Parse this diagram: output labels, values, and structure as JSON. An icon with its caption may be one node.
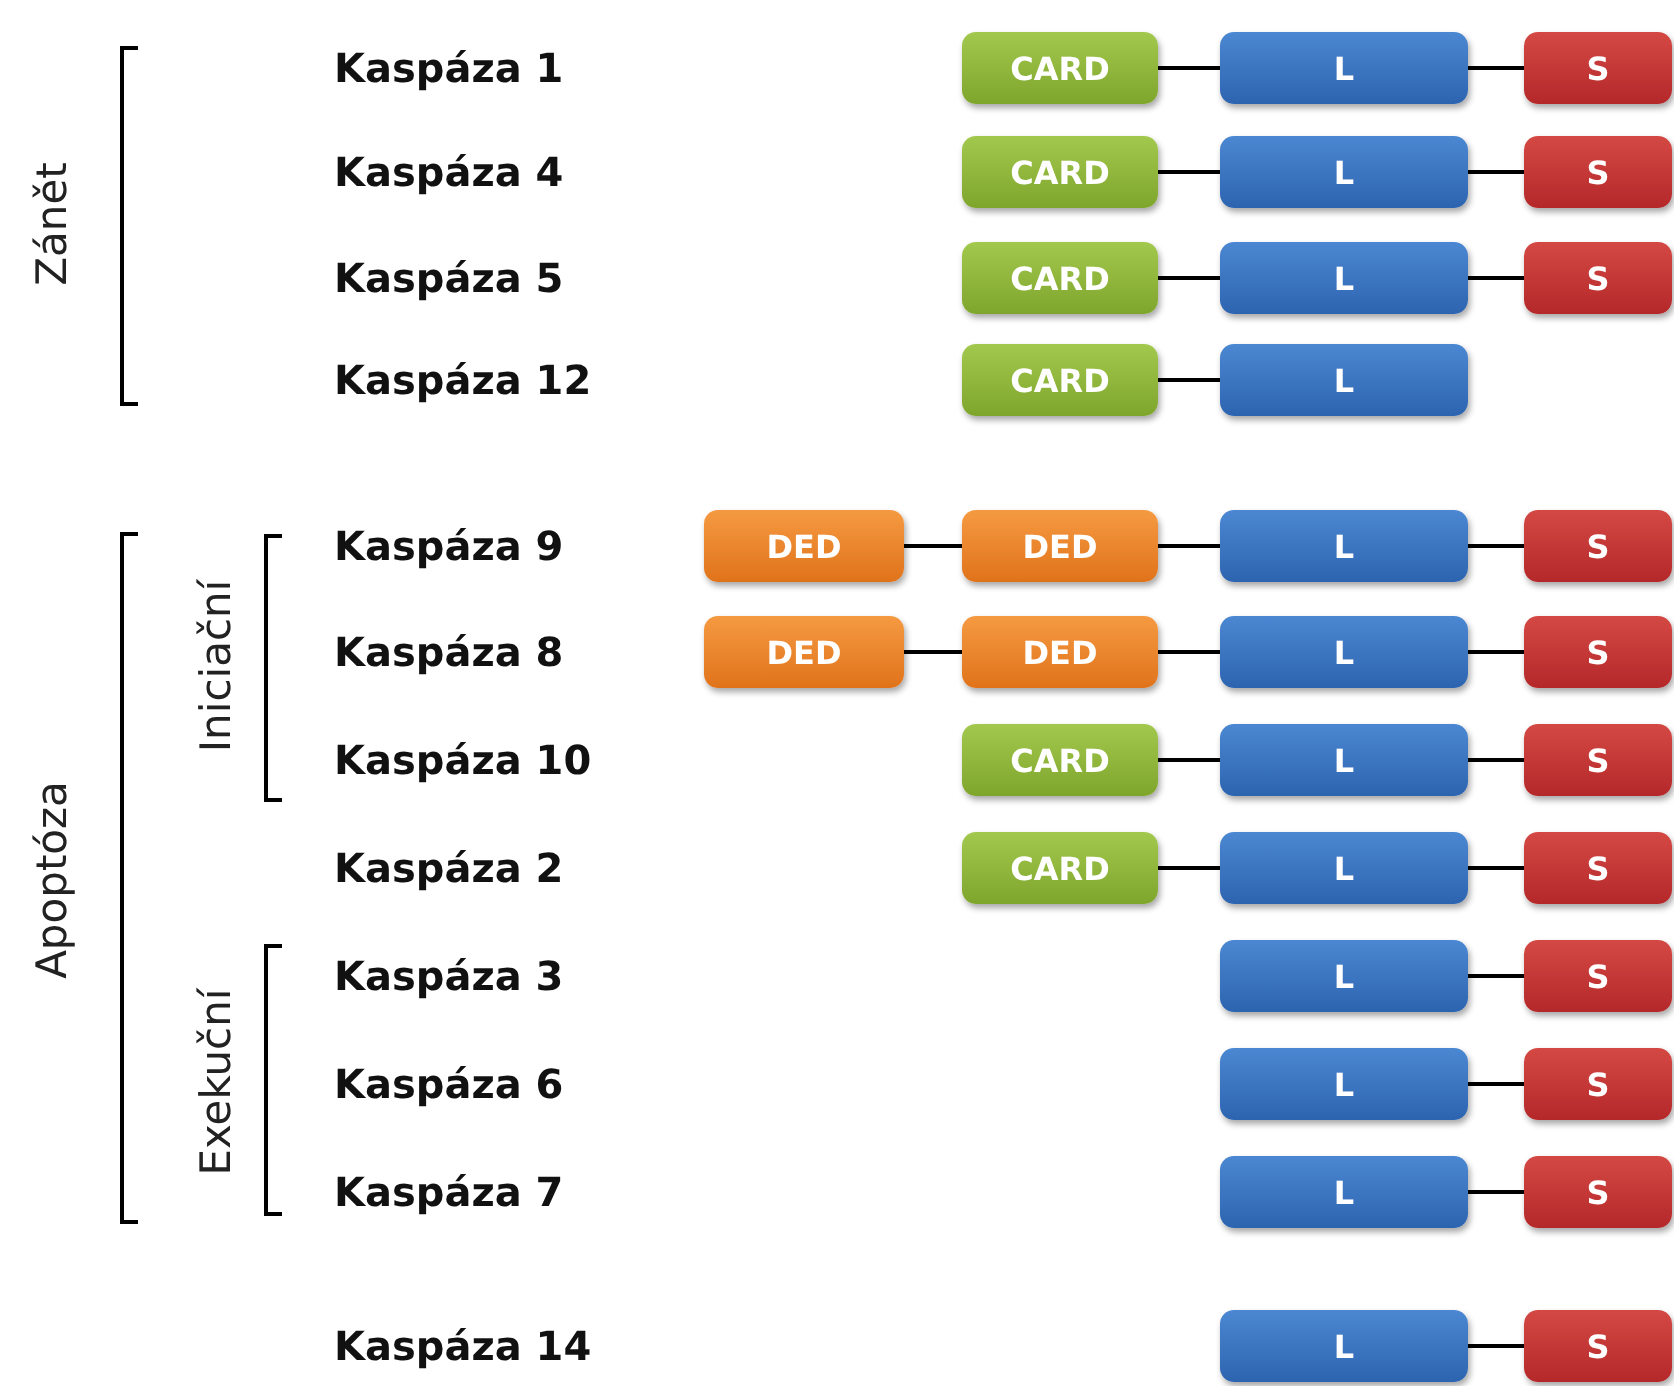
{
  "diagram": {
    "nodes": [
      {
        "text": [
          "CARD"
        ]
      },
      {
        "text": [
          "L"
        ]
      },
      {
        "text": [
          "S"
        ]
      },
      {
        "text": [
          "CARD"
        ]
      },
      {
        "text": [
          "L"
        ]
      },
      {
        "text": [
          "S"
        ]
      },
      {
        "text": [
          "CARD"
        ]
      },
      {
        "text": [
          "L"
        ]
      },
      {
        "text": [
          "S"
        ]
      },
      {
        "text": [
          "CARD"
        ]
      },
      {
        "text": [
          "L"
        ]
      },
      {
        "text": [
          "DED"
        ]
      },
      {
        "text": [
          "DED"
        ]
      },
      {
        "text": [
          "L"
        ]
      },
      {
        "text": [
          "S"
        ]
      },
      {
        "text": [
          "DED"
        ]
      },
      {
        "text": [
          "DED"
        ]
      },
      {
        "text": [
          "L"
        ]
      },
      {
        "text": [
          "S"
        ]
      },
      {
        "text": [
          "CARD"
        ]
      },
      {
        "text": [
          "L"
        ]
      },
      {
        "text": [
          "S"
        ]
      },
      {
        "text": [
          "CARD"
        ]
      },
      {
        "text": [
          "L"
        ]
      },
      {
        "text": [
          "S"
        ]
      },
      {
        "text": [
          "L"
        ]
      },
      {
        "text": [
          "S"
        ]
      },
      {
        "text": [
          "L"
        ]
      },
      {
        "text": [
          "S"
        ]
      },
      {
        "text": [
          "L"
        ]
      },
      {
        "text": [
          "S"
        ]
      },
      {
        "text": [
          "L"
        ]
      },
      {
        "text": [
          "S"
        ]
      }
    ],
    "edges": [
      {
        "from": 0,
        "to": 1,
        "arrow": "none"
      },
      {
        "from": 1,
        "to": 2,
        "arrow": "none"
      },
      {
        "from": 3,
        "to": 4,
        "arrow": "none"
      },
      {
        "from": 4,
        "to": 5,
        "arrow": "none"
      },
      {
        "from": 6,
        "to": 7,
        "arrow": "none"
      },
      {
        "from": 7,
        "to": 8,
        "arrow": "none"
      },
      {
        "from": 9,
        "to": 10,
        "arrow": "none"
      },
      {
        "from": 11,
        "to": 12,
        "arrow": "none"
      },
      {
        "from": 12,
        "to": 13,
        "arrow": "none"
      },
      {
        "from": 13,
        "to": 14,
        "arrow": "none"
      },
      {
        "from": 15,
        "to": 16,
        "arrow": "none"
      },
      {
        "from": 16,
        "to": 17,
        "arrow": "none"
      },
      {
        "from": 17,
        "to": 18,
        "arrow": "none"
      },
      {
        "from": 19,
        "to": 20,
        "arrow": "none"
      },
      {
        "from": 20,
        "to": 21,
        "arrow": "none"
      },
      {
        "from": 22,
        "to": 23,
        "arrow": "none"
      },
      {
        "from": 23,
        "to": 24,
        "arrow": "none"
      },
      {
        "from": 25,
        "to": 26,
        "arrow": "none"
      },
      {
        "from": 27,
        "to": 28,
        "arrow": "none"
      },
      {
        "from": 29,
        "to": 30,
        "arrow": "none"
      },
      {
        "from": 31,
        "to": 32,
        "arrow": "none"
      }
    ],
    "labels": [
      "Zánět",
      "Kaspáza 1",
      "Kaspáza 4",
      "Kaspáza 5",
      "Kaspáza 12",
      "Apoptóza",
      "Iniciační",
      "Kaspáza 9",
      "Kaspáza 8",
      "Kaspáza 10",
      "Kaspáza 2",
      "Exekuční",
      "Kaspáza 3",
      "Kaspáza 6",
      "Kaspáza 7",
      "Kaspáza 14"
    ]
  }
}
